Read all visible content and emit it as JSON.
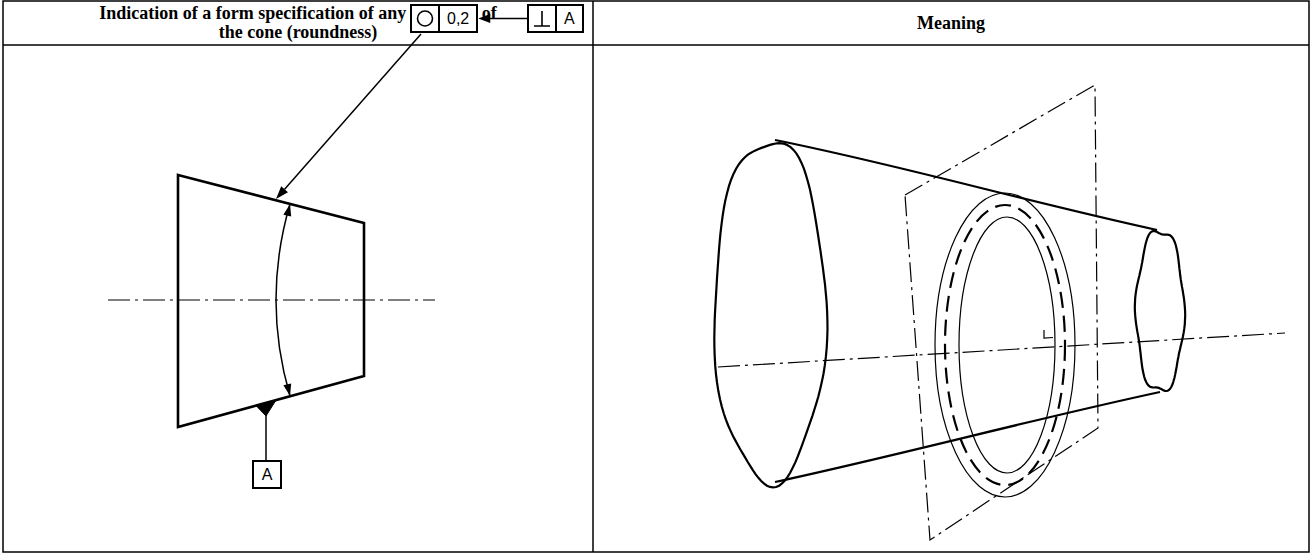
{
  "diagram": {
    "nodes": [
      {
        "text": [
          "Indication of a form specification of any directrix of the cone (roundness)"
        ]
      },
      {
        "text": [
          "Meaning"
        ]
      },
      {
        "text": [
          "0,2"
        ]
      },
      {
        "text": [
          "A"
        ]
      },
      {
        "text": [
          "A"
        ]
      }
    ],
    "edges": [
      {
        "from": 3,
        "to": 2,
        "arrow": "to"
      }
    ]
  }
}
